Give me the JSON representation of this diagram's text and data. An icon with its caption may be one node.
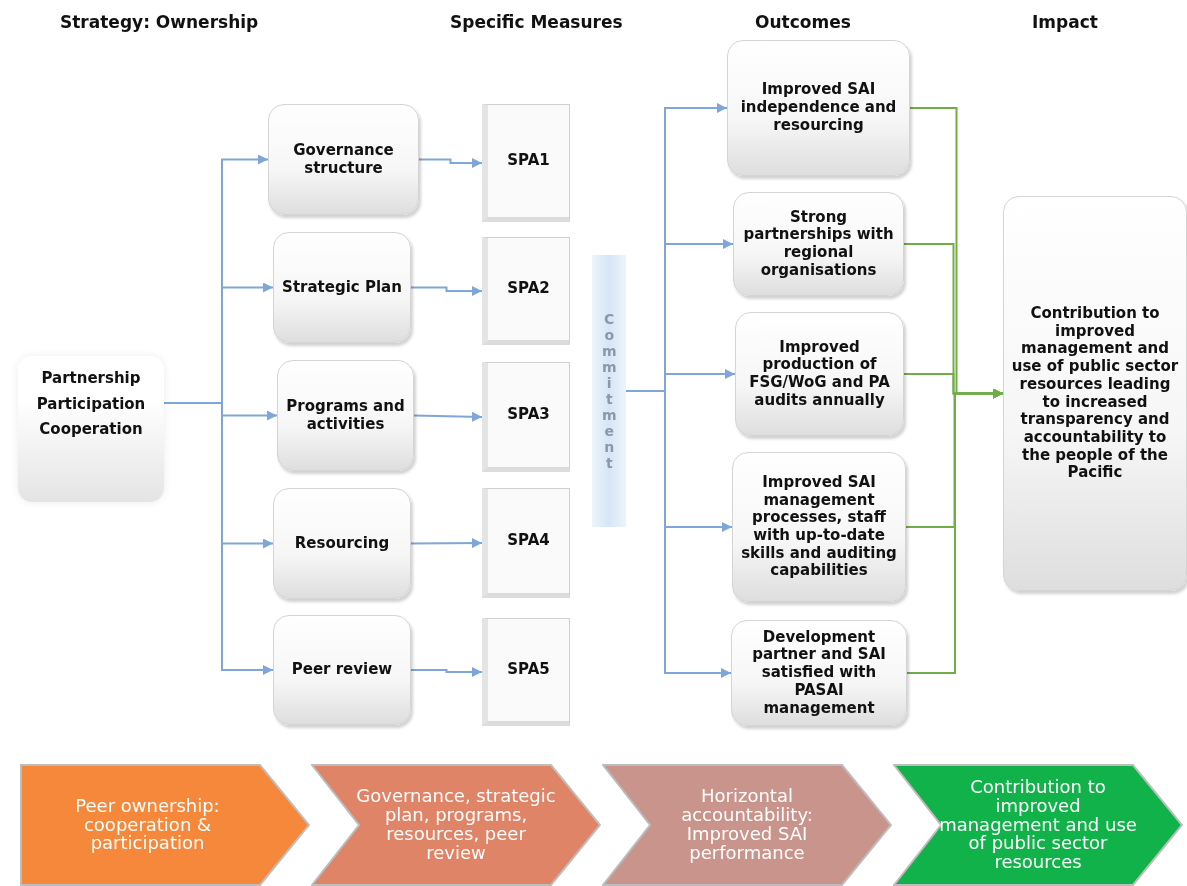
{
  "diagram": {
    "nodes": [
      {
        "text": [
          "Partnership Participation Cooperation"
        ]
      },
      {
        "text": [
          "Governance structure"
        ]
      },
      {
        "text": [
          "SPA1"
        ]
      },
      {
        "text": [
          "Strategic Plan"
        ]
      },
      {
        "text": [
          "SPA2"
        ]
      },
      {
        "text": [
          "Programs and activities"
        ]
      },
      {
        "text": [
          "SPA3"
        ]
      },
      {
        "text": [
          "Resourcing"
        ]
      },
      {
        "text": [
          "SPA4"
        ]
      },
      {
        "text": [
          "Peer review"
        ]
      },
      {
        "text": [
          "SPA5"
        ]
      },
      {
        "text": [
          "Commitment"
        ]
      },
      {
        "text": [
          "Improved SAI independence and resourcing"
        ]
      },
      {
        "text": [
          "Strong partnerships with regional organisations"
        ]
      },
      {
        "text": [
          "Improved production of FSG/WoG and PA audits annually"
        ]
      },
      {
        "text": [
          "Improved SAI management processes, staff with up-to-date skills and auditing capabilities"
        ]
      },
      {
        "text": [
          "Development partner and SAI satisfied with PASAI management"
        ]
      },
      {
        "text": [
          "Contribution to improved management and use of public sector resources leading to increased transparency and accountability to the people of the Pacific"
        ]
      },
      {
        "text": [
          "Peer ownership: cooperation & participation"
        ]
      },
      {
        "text": [
          "Governance, strategic plan, programs, resources, peer review"
        ]
      },
      {
        "text": [
          "Horizontal accountability: Improved SAI performance"
        ]
      },
      {
        "text": [
          "Contribution to improved management and use of public sector resources"
        ]
      }
    ],
    "edges": [
      {
        "from": 0,
        "to": 1,
        "arrow": "to"
      },
      {
        "from": 0,
        "to": 3,
        "arrow": "to"
      },
      {
        "from": 0,
        "to": 5,
        "arrow": "to"
      },
      {
        "from": 0,
        "to": 7,
        "arrow": "to"
      },
      {
        "from": 0,
        "to": 9,
        "arrow": "to"
      },
      {
        "from": 1,
        "to": 2,
        "arrow": "to"
      },
      {
        "from": 3,
        "to": 4,
        "arrow": "to"
      },
      {
        "from": 5,
        "to": 6,
        "arrow": "to"
      },
      {
        "from": 7,
        "to": 8,
        "arrow": "to"
      },
      {
        "from": 9,
        "to": 10,
        "arrow": "to"
      },
      {
        "from": 11,
        "to": 12,
        "arrow": "to"
      },
      {
        "from": 11,
        "to": 13,
        "arrow": "to"
      },
      {
        "from": 11,
        "to": 14,
        "arrow": "to"
      },
      {
        "from": 11,
        "to": 15,
        "arrow": "to"
      },
      {
        "from": 11,
        "to": 16,
        "arrow": "to"
      },
      {
        "from": 12,
        "to": 17,
        "arrow": "to",
        "color": "#70ad47"
      },
      {
        "from": 13,
        "to": 17,
        "arrow": "to",
        "color": "#70ad47"
      },
      {
        "from": 14,
        "to": 17,
        "arrow": "to",
        "color": "#70ad47"
      },
      {
        "from": 15,
        "to": 17,
        "arrow": "to",
        "color": "#70ad47"
      },
      {
        "from": 16,
        "to": 17,
        "arrow": "to",
        "color": "#70ad47"
      }
    ],
    "labels": [
      "Strategy: Ownership",
      "Specific Measures",
      "Outcomes",
      "Impact"
    ]
  }
}
